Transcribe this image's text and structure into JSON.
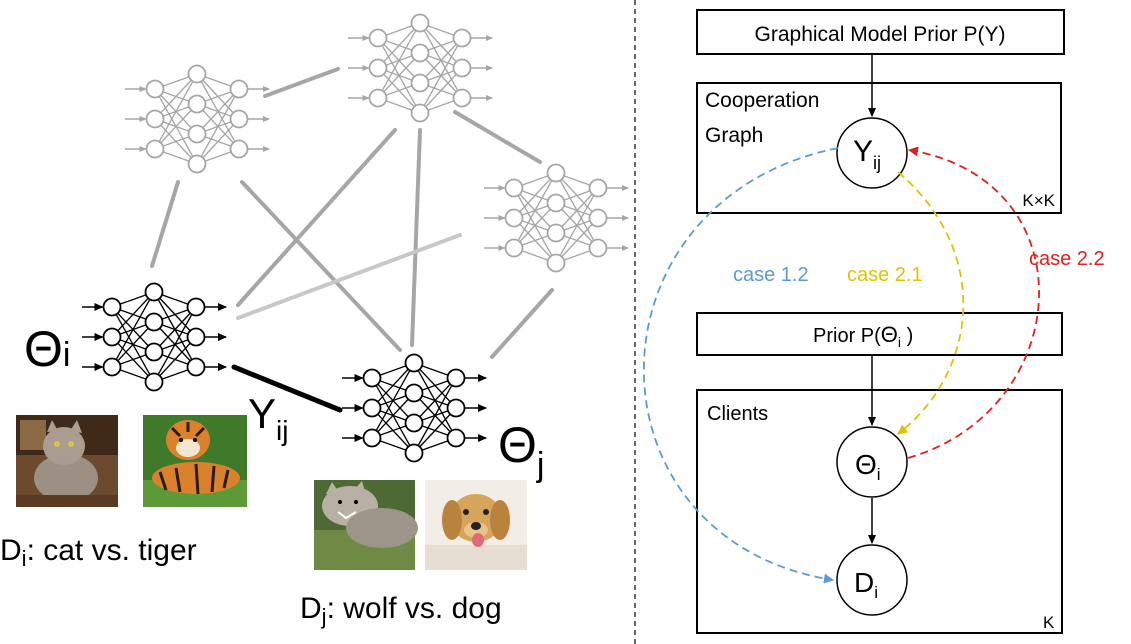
{
  "left_panel": {
    "theta_i": {
      "symbol": "Θ",
      "sub": "i"
    },
    "theta_j": {
      "symbol": "Θ",
      "sub": "j"
    },
    "edge_label": {
      "symbol": "Y",
      "sub": "ij"
    },
    "d_i": {
      "symbol": "D",
      "sub": "i",
      "text": ":  cat vs. tiger"
    },
    "d_j": {
      "symbol": "D",
      "sub": "j",
      "text": ":  wolf vs. dog"
    }
  },
  "right_panel": {
    "prior_y": {
      "label": "Graphical Model Prior P(Y)"
    },
    "cooperation_plate": {
      "label_line1": "Cooperation",
      "label_line2": "Graph",
      "count": "K×K"
    },
    "node_y": {
      "symbol": "Y",
      "sub": "ij"
    },
    "prior_theta": {
      "label_pre": "Prior P(",
      "symbol": "Θ",
      "sub": "i",
      "label_post": " )"
    },
    "clients_plate": {
      "label": "Clients",
      "count": "K"
    },
    "node_theta": {
      "symbol": "Θ",
      "sub": "i"
    },
    "node_d": {
      "symbol": "D",
      "sub": "i"
    },
    "cases": [
      {
        "label": "case 1.2",
        "color": "#5b9bd5"
      },
      {
        "label": "case 2.1",
        "color": "#e6c000"
      },
      {
        "label": "case 2.2",
        "color": "#e02020"
      }
    ]
  },
  "colors": {
    "gray_network": "#a6a6a6",
    "black": "#000000"
  }
}
